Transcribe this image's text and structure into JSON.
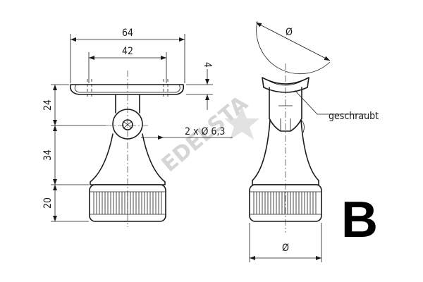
{
  "watermark": {
    "text": "EDELSTA"
  },
  "left_view": {
    "dim_width_outer": "64",
    "dim_width_inner": "42",
    "dim_thickness": "4",
    "dim_hole": "2 x Ø 6,3",
    "dim_height_top": "24",
    "dim_height_mid": "34",
    "dim_height_bottom": "20"
  },
  "right_view": {
    "dim_diameter_top": "Ø",
    "label_screwed": "geschraubt",
    "dim_diameter_bottom": "Ø"
  },
  "variant_letter": "B"
}
